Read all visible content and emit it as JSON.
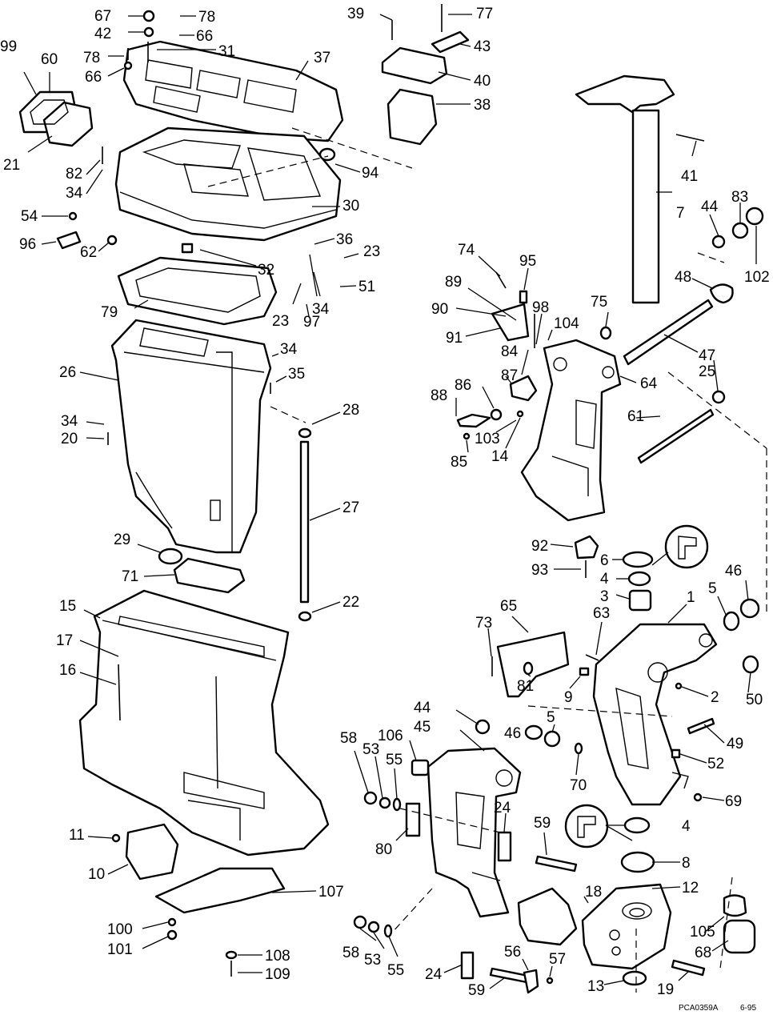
{
  "labels": {
    "p1": "1",
    "p2": "2",
    "p3": "3",
    "p4a": "4",
    "p4b": "4",
    "p5a": "5",
    "p5b": "5",
    "p6": "6",
    "p7": "7",
    "p8": "8",
    "p9": "9",
    "p10": "10",
    "p11": "11",
    "p12": "12",
    "p13": "13",
    "p14": "14",
    "p15": "15",
    "p16": "16",
    "p17": "17",
    "p18": "18",
    "p19": "19",
    "p20": "20",
    "p21": "21",
    "p22": "22",
    "p23a": "23",
    "p23b": "23",
    "p24a": "24",
    "p24b": "24",
    "p25": "25",
    "p26": "26",
    "p27": "27",
    "p28": "28",
    "p29": "29",
    "p30": "30",
    "p31": "31",
    "p32": "32",
    "p34a": "34",
    "p34b": "34",
    "p34c": "34",
    "p34d": "34",
    "p35": "35",
    "p36": "36",
    "p37": "37",
    "p38": "38",
    "p39": "39",
    "p40": "40",
    "p41": "41",
    "p42": "42",
    "p43": "43",
    "p44a": "44",
    "p44b": "44",
    "p45": "45",
    "p46a": "46",
    "p46b": "46",
    "p47": "47",
    "p48": "48",
    "p49": "49",
    "p50": "50",
    "p51": "51",
    "p52": "52",
    "p53a": "53",
    "p53b": "53",
    "p54": "54",
    "p55a": "55",
    "p55b": "55",
    "p56": "56",
    "p57": "57",
    "p58a": "58",
    "p58b": "58",
    "p59a": "59",
    "p59b": "59",
    "p60": "60",
    "p61": "61",
    "p62": "62",
    "p63": "63",
    "p64": "64",
    "p65": "65",
    "p66a": "66",
    "p66b": "66",
    "p67": "67",
    "p68": "68",
    "p69": "69",
    "p70": "70",
    "p71": "71",
    "p73": "73",
    "p74": "74",
    "p75": "75",
    "p77": "77",
    "p78a": "78",
    "p78b": "78",
    "p79": "79",
    "p80": "80",
    "p81": "81",
    "p82": "82",
    "p83": "83",
    "p84": "84",
    "p85": "85",
    "p86": "86",
    "p87": "87",
    "p88": "88",
    "p89": "89",
    "p90": "90",
    "p91": "91",
    "p92": "92",
    "p93": "93",
    "p94": "94",
    "p95": "95",
    "p96": "96",
    "p97": "97",
    "p98": "98",
    "p99": "99",
    "p100": "100",
    "p101": "101",
    "p102": "102",
    "p103": "103",
    "p104": "104",
    "p105": "105",
    "p106": "106",
    "p107": "107",
    "p108": "108",
    "p109": "109"
  },
  "footer": {
    "code": "PCA0359A",
    "date": "6-95"
  }
}
